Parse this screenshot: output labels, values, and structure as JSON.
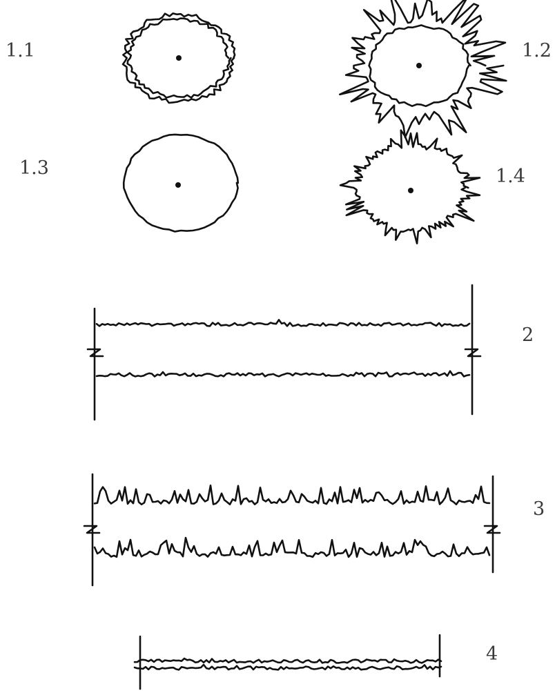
{
  "labels": {
    "fig_1_1": "1.1",
    "fig_1_2": "1.2",
    "fig_1_3": "1.3",
    "fig_1_4": "1.4",
    "fig_2": "2",
    "fig_3": "3",
    "fig_4": "4"
  },
  "style": {
    "ink": "#111111",
    "label_color": "#3a3a3a",
    "background": "#ffffff"
  }
}
